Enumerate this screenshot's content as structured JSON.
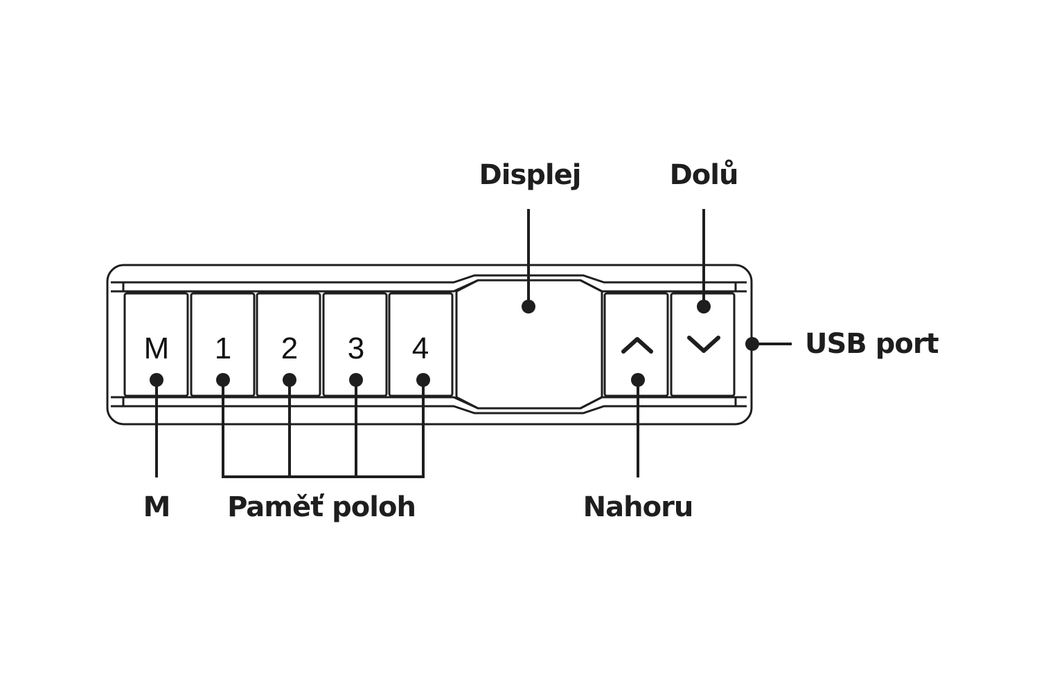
{
  "keypad": {
    "keys": [
      {
        "label": "M"
      },
      {
        "label": "1"
      },
      {
        "label": "2"
      },
      {
        "label": "3"
      },
      {
        "label": "4"
      }
    ],
    "up_icon": "chevron-up-icon",
    "down_icon": "chevron-down-icon"
  },
  "callouts": {
    "display": "Displej",
    "down": "Dolů",
    "usb": "USB port",
    "memory_m": "M",
    "position_memory": "Paměť poloh",
    "up": "Nahoru"
  },
  "colors": {
    "line": "#1e1e1e",
    "background": "#ffffff"
  }
}
